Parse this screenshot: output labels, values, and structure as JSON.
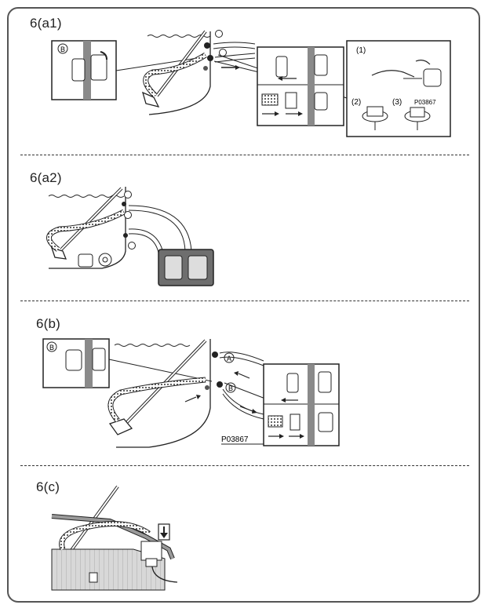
{
  "sections": [
    {
      "id": "6a1",
      "label": "6(a1)"
    },
    {
      "id": "6a2",
      "label": "6(a2)"
    },
    {
      "id": "6b",
      "label": "6(b)"
    },
    {
      "id": "6c",
      "label": "6(c)"
    }
  ],
  "markers": {
    "A": "A",
    "B": "B"
  },
  "steps": {
    "s1": "(1)",
    "s2": "(2)",
    "s3": "(3)"
  },
  "part_codes": {
    "a1": "P03867",
    "b": "P03867"
  },
  "colors": {
    "frame": "#555555",
    "line": "#222222",
    "wall_gray": "#8a8a8a",
    "pump_bg": "#6e6e6e"
  },
  "icons": [
    "down-arrow-icon"
  ]
}
